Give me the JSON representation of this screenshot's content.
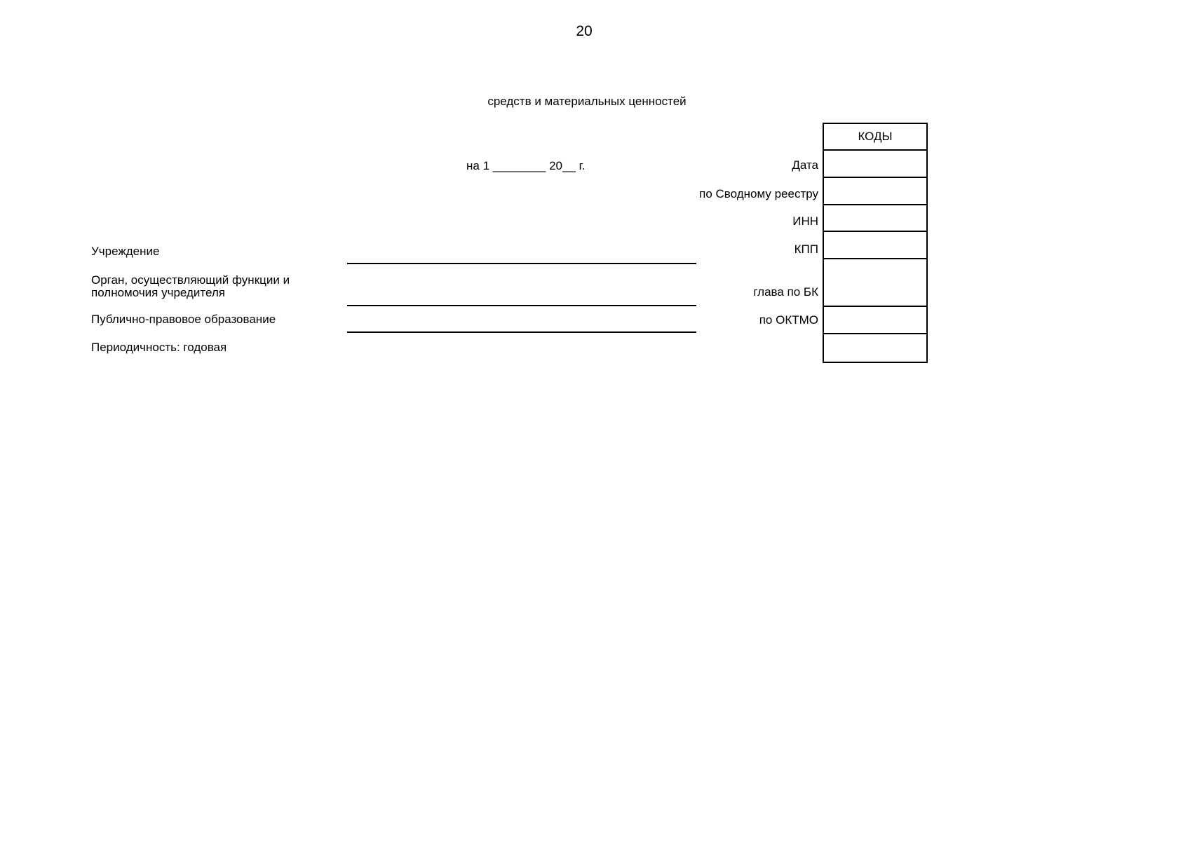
{
  "page": {
    "number": "20",
    "title_line": "средств и материальных ценностей"
  },
  "form": {
    "date_line": "на 1 ________ 20__ г.",
    "labels": {
      "institution": "Учреждение",
      "founder_body": "Орган, осуществляющий функции и полномочия учредителя",
      "public_entity": "Публично-правовое образование",
      "periodicity": "Периодичность: годовая"
    },
    "codes_table": {
      "header": "КОДЫ",
      "rows": [
        {
          "label": "Дата",
          "value": ""
        },
        {
          "label": "по Сводному реестру",
          "value": ""
        },
        {
          "label": "ИНН",
          "value": ""
        },
        {
          "label": "КПП",
          "value": ""
        },
        {
          "label": "глава по БК",
          "value": ""
        },
        {
          "label": "по ОКТМО",
          "value": ""
        },
        {
          "label": "",
          "value": ""
        }
      ]
    }
  }
}
